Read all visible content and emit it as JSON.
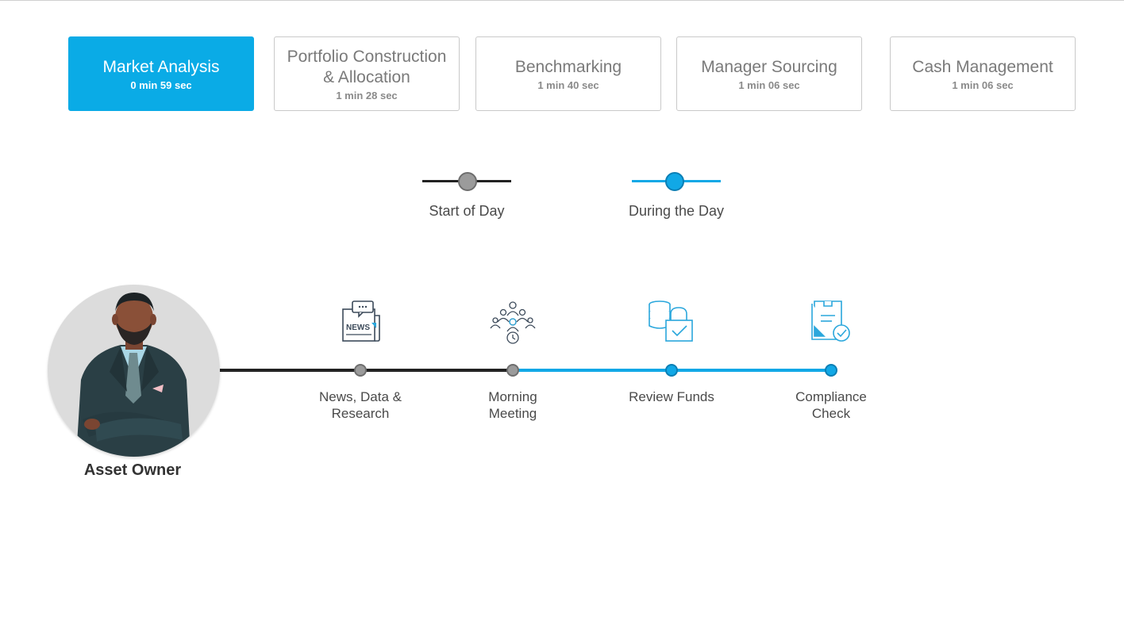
{
  "tabs": [
    {
      "title": "Market Analysis",
      "time": "0 min 59 sec",
      "active": true
    },
    {
      "title": "Portfolio Construction & Allocation",
      "time": "1 min 28 sec",
      "active": false
    },
    {
      "title": "Benchmarking",
      "time": "1 min 40 sec",
      "active": false
    },
    {
      "title": "Manager Sourcing",
      "time": "1 min 06 sec",
      "active": false
    },
    {
      "title": "Cash Management",
      "time": "1 min 06 sec",
      "active": false
    }
  ],
  "legend": {
    "start": {
      "label": "Start of Day",
      "color": "#9b9b9b"
    },
    "during": {
      "label": "During the Day",
      "color": "#11a8e6"
    }
  },
  "timeline": {
    "steps": [
      {
        "label_line1": "News, Data &",
        "label_line2": "Research",
        "icon": "news-icon",
        "phase": "start"
      },
      {
        "label_line1": "Morning",
        "label_line2": "Meeting",
        "icon": "meeting-icon",
        "phase": "start"
      },
      {
        "label_line1": "Review Funds",
        "label_line2": "",
        "icon": "database-lock-icon",
        "phase": "during"
      },
      {
        "label_line1": "Compliance",
        "label_line2": "Check",
        "icon": "compliance-check-icon",
        "phase": "during"
      }
    ]
  },
  "persona": {
    "label": "Asset Owner"
  },
  "colors": {
    "accent": "#0aabe6",
    "dark_line": "#222222",
    "gray_node": "#9b9b9b"
  }
}
